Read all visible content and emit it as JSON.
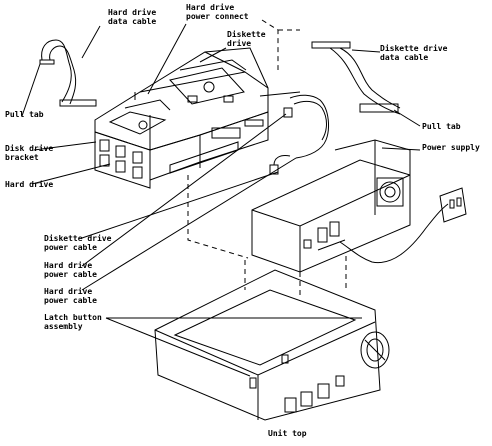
{
  "labels": {
    "hdd_data_cable": [
      "Hard drive",
      "data cable"
    ],
    "hdd_power_connect": [
      "Hard drive",
      "power connect"
    ],
    "diskette_drive": [
      "Diskette",
      "drive"
    ],
    "diskette_data_cable": [
      "Diskette drive",
      "data cable"
    ],
    "pull_tab_left": "Pull tab",
    "pull_tab_right": "Pull tab",
    "power_supply": "Power supply",
    "disk_drive_bracket": [
      "Disk drive",
      "bracket"
    ],
    "hard_drive": "Hard drive",
    "diskette_power_cable": [
      "Diskette drive",
      "power cable"
    ],
    "hdd_power_cable_1": [
      "Hard drive",
      "power cable"
    ],
    "hdd_power_cable_2": [
      "Hard drive",
      "power cable"
    ],
    "latch_button": [
      "Latch button",
      "assembly"
    ],
    "unit_top": "Unit top"
  },
  "colors": {
    "ink": "#000000",
    "paper": "#ffffff"
  }
}
